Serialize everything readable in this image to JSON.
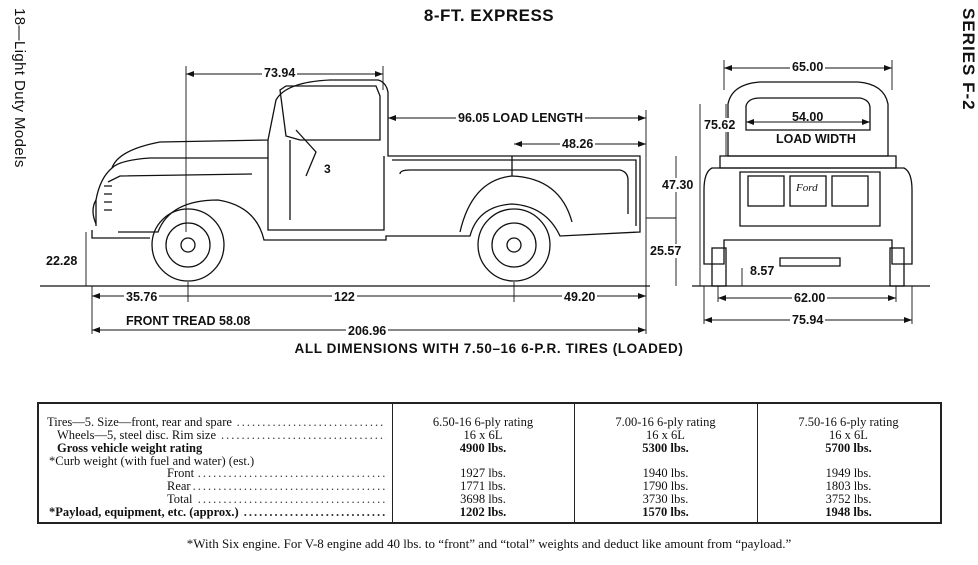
{
  "title": "8-FT. EXPRESS",
  "side_left": "18—Light Duty Models",
  "side_right": "SERIES F-2",
  "dimensions": {
    "overall_height_top": "73.94",
    "load_length": "96.05 LOAD LENGTH",
    "rear_overhang_box": "48.26",
    "box_height": "47.30",
    "frame_height": "25.57",
    "ground_clearance": "22.28",
    "front_overhang": "35.76",
    "wheelbase": "122",
    "rear_overhang": "49.20",
    "front_tread": "FRONT TREAD 58.08",
    "overall_length": "206.96",
    "overall_width_top": "65.00",
    "rear_height": "75.62",
    "load_width_value": "54.00",
    "load_width_label": "LOAD WIDTH",
    "axle_clearance": "8.57",
    "rear_tread": "62.00",
    "overall_width": "75.94"
  },
  "caption": "ALL DIMENSIONS WITH 7.50–16 6-P.R. TIRES (LOADED)",
  "door_label": "3",
  "tailgate_script": "Ford",
  "spec_table": {
    "labels": [
      "Tires—5. Size—front, rear and spare",
      "Wheels—5, steel disc. Rim size",
      "Gross vehicle weight rating",
      "*Curb weight (with fuel and water) (est.)",
      "Front",
      "Rear",
      "Total",
      "*Payload, equipment, etc. (approx.)"
    ],
    "columns": [
      [
        "6.50-16 6-ply rating",
        "16 x 6L",
        "4900 lbs.",
        "",
        "1927 lbs.",
        "1771 lbs.",
        "3698 lbs.",
        "1202 lbs."
      ],
      [
        "7.00-16 6-ply rating",
        "16 x 6L",
        "5300 lbs.",
        "",
        "1940 lbs.",
        "1790 lbs.",
        "3730 lbs.",
        "1570 lbs."
      ],
      [
        "7.50-16 6-ply rating",
        "16 x 6L",
        "5700 lbs.",
        "",
        "1949 lbs.",
        "1803 lbs.",
        "3752 lbs.",
        "1948 lbs."
      ]
    ]
  },
  "footnote": "*With Six engine. For V-8 engine add 40 lbs. to “front” and “total” weights and deduct like amount from “payload.”"
}
